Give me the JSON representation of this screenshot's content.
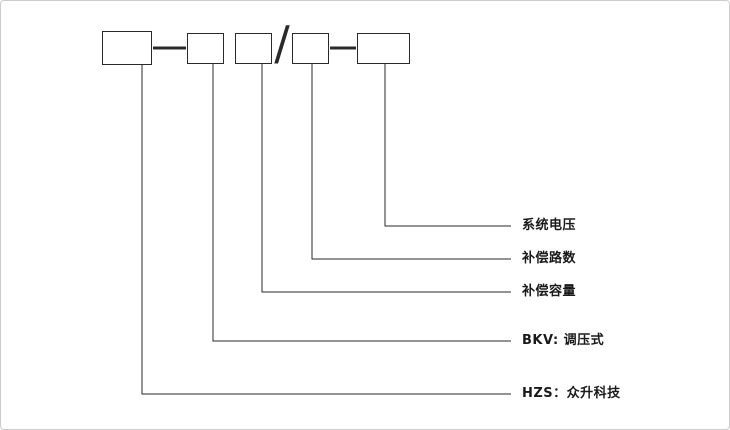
{
  "diagram": {
    "title": "",
    "separator": "/",
    "colors": {
      "line": "#2a2a2a",
      "frame": "#cccccc",
      "text": "#1a1a1a"
    },
    "labels": [
      {
        "text": "系统电压",
        "points_to": "box-5"
      },
      {
        "text": "补偿路数",
        "points_to": "box-4"
      },
      {
        "text": "补偿容量",
        "points_to": "box-3"
      },
      {
        "text": "BKV: 调压式",
        "points_to": "box-2"
      },
      {
        "text": "HZS：众升科技",
        "points_to": "box-1"
      }
    ],
    "boxes": [
      {
        "id": "box-1",
        "value": ""
      },
      {
        "id": "box-2",
        "value": ""
      },
      {
        "id": "box-3",
        "value": ""
      },
      {
        "id": "box-4",
        "value": ""
      },
      {
        "id": "box-5",
        "value": ""
      }
    ]
  }
}
